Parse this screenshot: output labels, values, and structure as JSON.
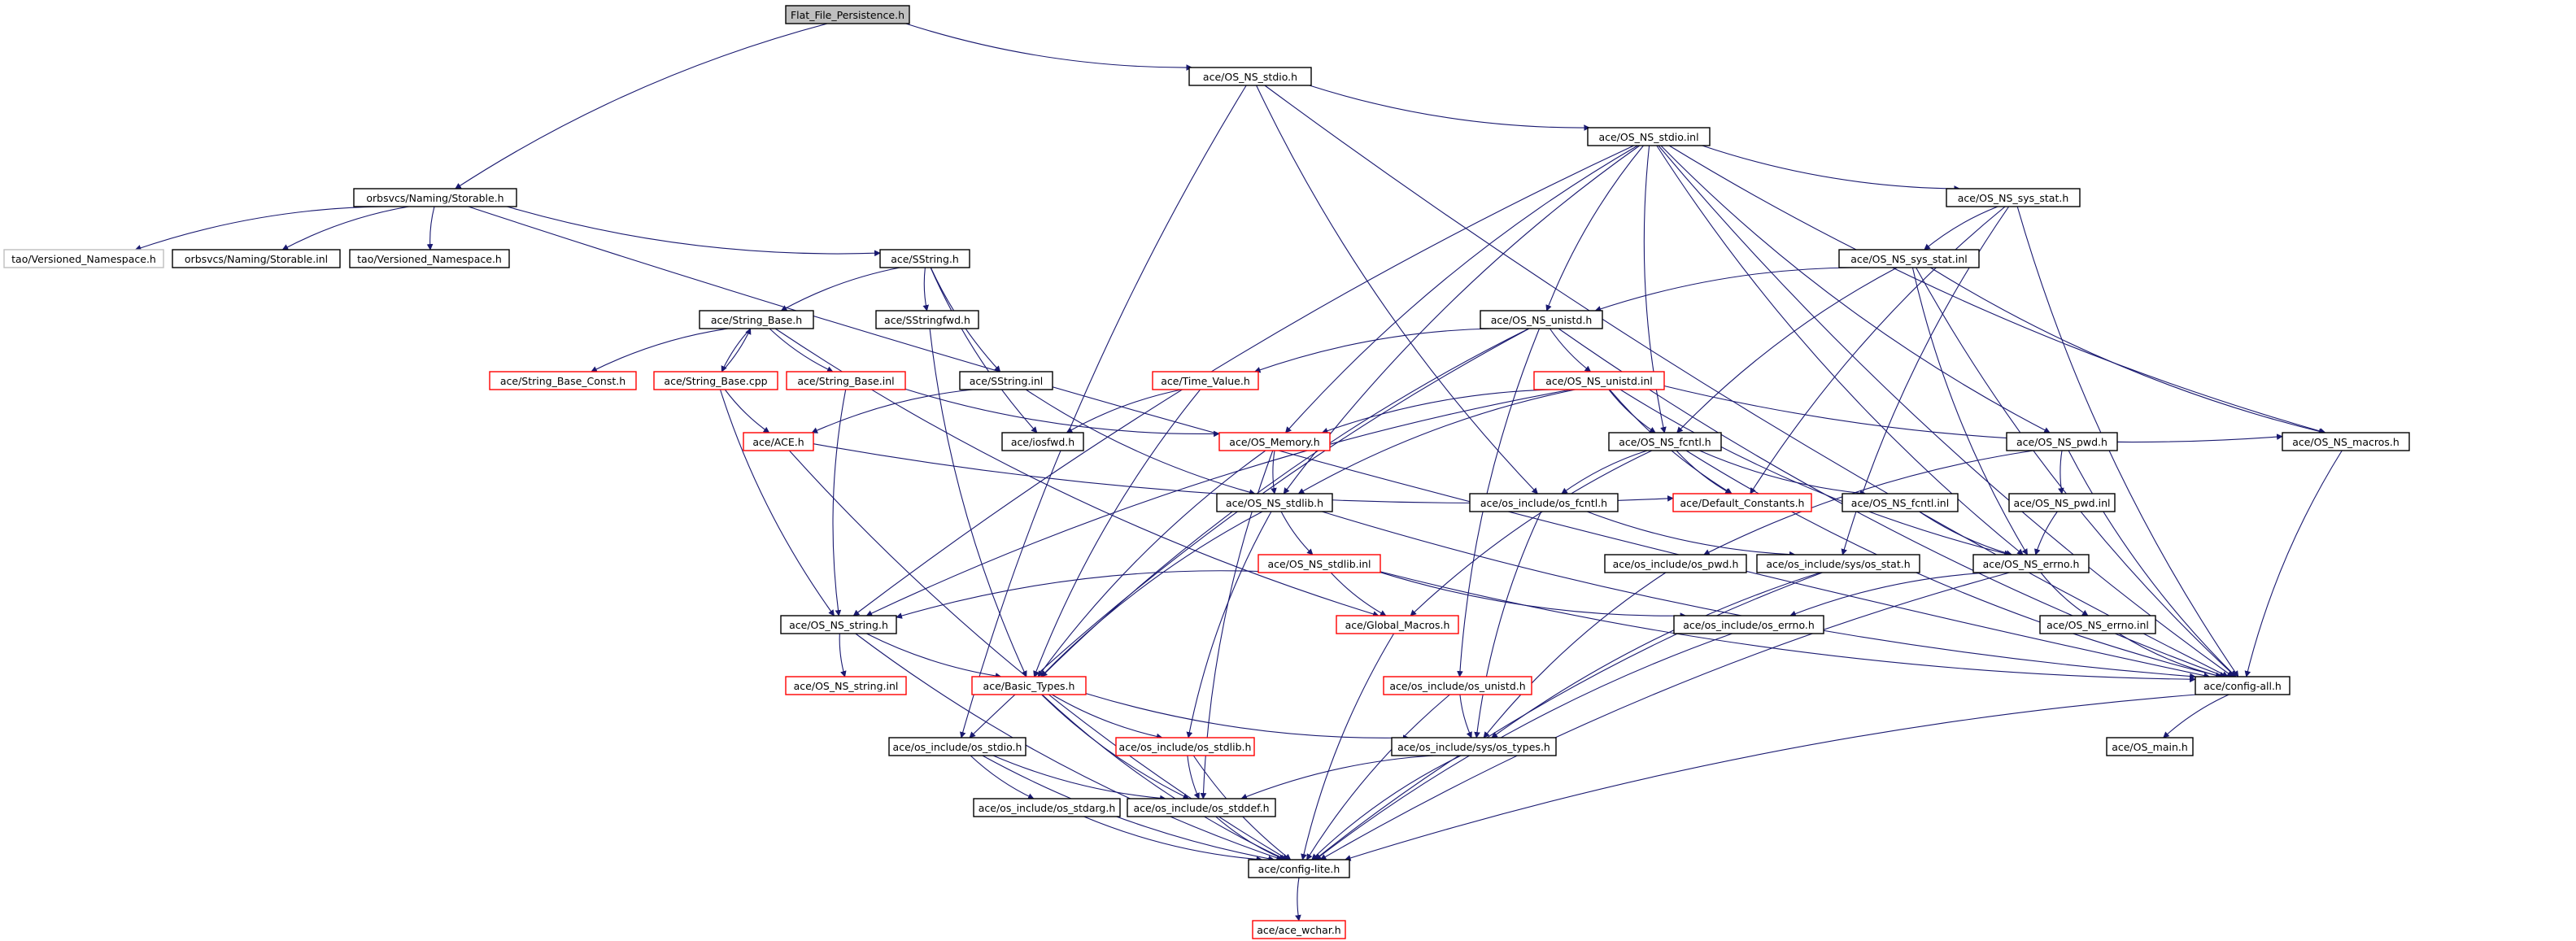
{
  "colors": {
    "edge": "#191970",
    "node_border": "#000000",
    "incomplete_border": "#ff0000",
    "external_border": "#bfbfbf",
    "root_fill": "#bfbfbf"
  },
  "nodes": [
    {
      "id": "root",
      "label": "Flat_File_Persistence.h",
      "style": "root"
    },
    {
      "id": "stdio_h",
      "label": "ace/OS_NS_stdio.h",
      "style": "normal"
    },
    {
      "id": "storable_h",
      "label": "orbsvcs/Naming/Storable.h",
      "style": "normal"
    },
    {
      "id": "stdio_inl",
      "label": "ace/OS_NS_stdio.inl",
      "style": "normal"
    },
    {
      "id": "vns_ext",
      "label": "tao/Versioned_Namespace.h",
      "style": "external"
    },
    {
      "id": "storable_inl",
      "label": "orbsvcs/Naming/Storable.inl",
      "style": "normal"
    },
    {
      "id": "vns",
      "label": "tao/Versioned_Namespace.h",
      "style": "normal"
    },
    {
      "id": "sstring_h",
      "label": "ace/SString.h",
      "style": "normal"
    },
    {
      "id": "sys_stat_h",
      "label": "ace/OS_NS_sys_stat.h",
      "style": "normal"
    },
    {
      "id": "sys_stat_inl",
      "label": "ace/OS_NS_sys_stat.inl",
      "style": "normal"
    },
    {
      "id": "string_base_h",
      "label": "ace/String_Base.h",
      "style": "normal"
    },
    {
      "id": "sstringfwd_h",
      "label": "ace/SStringfwd.h",
      "style": "normal"
    },
    {
      "id": "unistd_h",
      "label": "ace/OS_NS_unistd.h",
      "style": "normal"
    },
    {
      "id": "string_base_const_h",
      "label": "ace/String_Base_Const.h",
      "style": "incomplete"
    },
    {
      "id": "string_base_cpp",
      "label": "ace/String_Base.cpp",
      "style": "incomplete"
    },
    {
      "id": "string_base_inl",
      "label": "ace/String_Base.inl",
      "style": "incomplete"
    },
    {
      "id": "sstring_inl",
      "label": "ace/SString.inl",
      "style": "normal"
    },
    {
      "id": "time_value_h",
      "label": "ace/Time_Value.h",
      "style": "incomplete"
    },
    {
      "id": "unistd_inl",
      "label": "ace/OS_NS_unistd.inl",
      "style": "incomplete"
    },
    {
      "id": "ace_h",
      "label": "ace/ACE.h",
      "style": "incomplete"
    },
    {
      "id": "iosfwd_h",
      "label": "ace/iosfwd.h",
      "style": "normal"
    },
    {
      "id": "memory_h",
      "label": "ace/OS_Memory.h",
      "style": "incomplete"
    },
    {
      "id": "fcntl_h",
      "label": "ace/OS_NS_fcntl.h",
      "style": "normal"
    },
    {
      "id": "pwd_h",
      "label": "ace/OS_NS_pwd.h",
      "style": "normal"
    },
    {
      "id": "macros_h",
      "label": "ace/OS_NS_macros.h",
      "style": "normal"
    },
    {
      "id": "stdlib_h",
      "label": "ace/OS_NS_stdlib.h",
      "style": "normal"
    },
    {
      "id": "os_fcntl_h",
      "label": "ace/os_include/os_fcntl.h",
      "style": "normal"
    },
    {
      "id": "default_constants_h",
      "label": "ace/Default_Constants.h",
      "style": "incomplete"
    },
    {
      "id": "fcntl_inl",
      "label": "ace/OS_NS_fcntl.inl",
      "style": "normal"
    },
    {
      "id": "pwd_inl",
      "label": "ace/OS_NS_pwd.inl",
      "style": "normal"
    },
    {
      "id": "stdlib_inl",
      "label": "ace/OS_NS_stdlib.inl",
      "style": "incomplete"
    },
    {
      "id": "os_pwd_h",
      "label": "ace/os_include/os_pwd.h",
      "style": "normal"
    },
    {
      "id": "sys_os_stat_h",
      "label": "ace/os_include/sys/os_stat.h",
      "style": "normal"
    },
    {
      "id": "errno_h",
      "label": "ace/OS_NS_errno.h",
      "style": "normal"
    },
    {
      "id": "os_string_h",
      "label": "ace/OS_NS_string.h",
      "style": "normal"
    },
    {
      "id": "global_macros_h",
      "label": "ace/Global_Macros.h",
      "style": "incomplete"
    },
    {
      "id": "os_errno_h",
      "label": "ace/os_include/os_errno.h",
      "style": "normal"
    },
    {
      "id": "errno_inl",
      "label": "ace/OS_NS_errno.inl",
      "style": "normal"
    },
    {
      "id": "os_string_inl",
      "label": "ace/OS_NS_string.inl",
      "style": "incomplete"
    },
    {
      "id": "basic_types_h",
      "label": "ace/Basic_Types.h",
      "style": "incomplete"
    },
    {
      "id": "os_unistd_h",
      "label": "ace/os_include/os_unistd.h",
      "style": "incomplete"
    },
    {
      "id": "config_all_h",
      "label": "ace/config-all.h",
      "style": "normal"
    },
    {
      "id": "os_stdio_h",
      "label": "ace/os_include/os_stdio.h",
      "style": "normal"
    },
    {
      "id": "os_stdlib_h",
      "label": "ace/os_include/os_stdlib.h",
      "style": "incomplete"
    },
    {
      "id": "sys_os_types_h",
      "label": "ace/os_include/sys/os_types.h",
      "style": "normal"
    },
    {
      "id": "os_main_h",
      "label": "ace/OS_main.h",
      "style": "normal"
    },
    {
      "id": "os_stdarg_h",
      "label": "ace/os_include/os_stdarg.h",
      "style": "normal"
    },
    {
      "id": "os_stddef_h",
      "label": "ace/os_include/os_stddef.h",
      "style": "normal"
    },
    {
      "id": "config_lite_h",
      "label": "ace/config-lite.h",
      "style": "normal"
    },
    {
      "id": "ace_wchar_h",
      "label": "ace/ace_wchar.h",
      "style": "incomplete"
    }
  ],
  "edges": [
    [
      "root",
      "stdio_h"
    ],
    [
      "root",
      "storable_h"
    ],
    [
      "stdio_h",
      "stdio_inl"
    ],
    [
      "stdio_h",
      "os_stdio_h"
    ],
    [
      "stdio_h",
      "os_fcntl_h"
    ],
    [
      "stdio_h",
      "config_all_h"
    ],
    [
      "storable_h",
      "vns_ext"
    ],
    [
      "storable_h",
      "storable_inl"
    ],
    [
      "storable_h",
      "vns"
    ],
    [
      "storable_h",
      "sstring_h"
    ],
    [
      "storable_h",
      "config_all_h"
    ],
    [
      "stdio_inl",
      "sys_stat_h"
    ],
    [
      "stdio_inl",
      "unistd_h"
    ],
    [
      "stdio_inl",
      "fcntl_h"
    ],
    [
      "stdio_inl",
      "pwd_h"
    ],
    [
      "stdio_inl",
      "macros_h"
    ],
    [
      "stdio_inl",
      "memory_h"
    ],
    [
      "stdio_inl",
      "stdlib_h"
    ],
    [
      "stdio_inl",
      "os_string_h"
    ],
    [
      "stdio_inl",
      "errno_h"
    ],
    [
      "stdio_inl",
      "config_all_h"
    ],
    [
      "sstring_h",
      "string_base_h"
    ],
    [
      "sstring_h",
      "sstringfwd_h"
    ],
    [
      "sstring_h",
      "sstring_inl"
    ],
    [
      "sstring_h",
      "iosfwd_h"
    ],
    [
      "sys_stat_h",
      "sys_stat_inl"
    ],
    [
      "sys_stat_h",
      "sys_os_stat_h"
    ],
    [
      "sys_stat_h",
      "default_constants_h"
    ],
    [
      "sys_stat_h",
      "config_all_h"
    ],
    [
      "sys_stat_inl",
      "unistd_h"
    ],
    [
      "sys_stat_inl",
      "fcntl_h"
    ],
    [
      "sys_stat_inl",
      "macros_h"
    ],
    [
      "sys_stat_inl",
      "errno_h"
    ],
    [
      "sys_stat_inl",
      "config_all_h"
    ],
    [
      "string_base_h",
      "string_base_const_h"
    ],
    [
      "string_base_h",
      "string_base_cpp"
    ],
    [
      "string_base_h",
      "string_base_inl"
    ],
    [
      "string_base_h",
      "global_macros_h"
    ],
    [
      "string_base_cpp",
      "string_base_h"
    ],
    [
      "string_base_cpp",
      "ace_h"
    ],
    [
      "string_base_cpp",
      "os_string_h"
    ],
    [
      "string_base_inl",
      "memory_h"
    ],
    [
      "string_base_inl",
      "os_string_h"
    ],
    [
      "sstringfwd_h",
      "basic_types_h"
    ],
    [
      "sstring_inl",
      "ace_h"
    ],
    [
      "sstring_inl",
      "stdlib_h"
    ],
    [
      "unistd_h",
      "time_value_h"
    ],
    [
      "unistd_h",
      "unistd_inl"
    ],
    [
      "unistd_h",
      "os_stdio_h"
    ],
    [
      "unistd_h",
      "basic_types_h"
    ],
    [
      "unistd_h",
      "os_unistd_h"
    ],
    [
      "unistd_h",
      "config_all_h"
    ],
    [
      "time_value_h",
      "iosfwd_h"
    ],
    [
      "time_value_h",
      "basic_types_h"
    ],
    [
      "unistd_inl",
      "memory_h"
    ],
    [
      "unistd_inl",
      "fcntl_h"
    ],
    [
      "unistd_inl",
      "default_constants_h"
    ],
    [
      "unistd_inl",
      "macros_h"
    ],
    [
      "unistd_inl",
      "errno_h"
    ],
    [
      "unistd_inl",
      "os_string_h"
    ],
    [
      "unistd_inl",
      "stdlib_h"
    ],
    [
      "ace_h",
      "default_constants_h"
    ],
    [
      "ace_h",
      "config_lite_h"
    ],
    [
      "memory_h",
      "stdlib_h"
    ],
    [
      "memory_h",
      "basic_types_h"
    ],
    [
      "memory_h",
      "os_stddef_h"
    ],
    [
      "fcntl_h",
      "os_fcntl_h"
    ],
    [
      "fcntl_h",
      "default_constants_h"
    ],
    [
      "fcntl_h",
      "fcntl_inl"
    ],
    [
      "fcntl_h",
      "global_macros_h"
    ],
    [
      "fcntl_h",
      "config_all_h"
    ],
    [
      "pwd_h",
      "pwd_inl"
    ],
    [
      "pwd_h",
      "os_pwd_h"
    ],
    [
      "pwd_h",
      "config_all_h"
    ],
    [
      "pwd_inl",
      "errno_h"
    ],
    [
      "macros_h",
      "config_all_h"
    ],
    [
      "stdlib_h",
      "stdlib_inl"
    ],
    [
      "stdlib_h",
      "basic_types_h"
    ],
    [
      "stdlib_h",
      "os_stdlib_h"
    ],
    [
      "stdlib_h",
      "config_all_h"
    ],
    [
      "os_fcntl_h",
      "sys_os_stat_h"
    ],
    [
      "os_fcntl_h",
      "sys_os_types_h"
    ],
    [
      "fcntl_inl",
      "errno_h"
    ],
    [
      "stdlib_inl",
      "global_macros_h"
    ],
    [
      "stdlib_inl",
      "os_string_h"
    ],
    [
      "stdlib_inl",
      "os_errno_h"
    ],
    [
      "stdlib_inl",
      "config_all_h"
    ],
    [
      "os_pwd_h",
      "sys_os_types_h"
    ],
    [
      "sys_os_stat_h",
      "sys_os_types_h"
    ],
    [
      "sys_os_stat_h",
      "config_lite_h"
    ],
    [
      "errno_h",
      "os_errno_h"
    ],
    [
      "errno_h",
      "errno_inl"
    ],
    [
      "errno_h",
      "config_lite_h"
    ],
    [
      "errno_inl",
      "config_all_h"
    ],
    [
      "os_string_h",
      "os_string_inl"
    ],
    [
      "os_string_h",
      "basic_types_h"
    ],
    [
      "os_string_h",
      "config_lite_h"
    ],
    [
      "global_macros_h",
      "config_lite_h"
    ],
    [
      "os_errno_h",
      "config_lite_h"
    ],
    [
      "basic_types_h",
      "os_stdlib_h"
    ],
    [
      "basic_types_h",
      "sys_os_types_h"
    ],
    [
      "basic_types_h",
      "os_stddef_h"
    ],
    [
      "basic_types_h",
      "config_lite_h"
    ],
    [
      "os_unistd_h",
      "sys_os_types_h"
    ],
    [
      "os_unistd_h",
      "config_lite_h"
    ],
    [
      "config_all_h",
      "os_main_h"
    ],
    [
      "config_all_h",
      "config_lite_h"
    ],
    [
      "os_stdio_h",
      "os_stdarg_h"
    ],
    [
      "os_stdio_h",
      "os_stddef_h"
    ],
    [
      "os_stdio_h",
      "config_lite_h"
    ],
    [
      "os_stdlib_h",
      "os_stddef_h"
    ],
    [
      "os_stdlib_h",
      "config_lite_h"
    ],
    [
      "sys_os_types_h",
      "os_stddef_h"
    ],
    [
      "sys_os_types_h",
      "config_lite_h"
    ],
    [
      "os_stdarg_h",
      "config_lite_h"
    ],
    [
      "os_stddef_h",
      "config_lite_h"
    ],
    [
      "config_lite_h",
      "ace_wchar_h"
    ]
  ]
}
